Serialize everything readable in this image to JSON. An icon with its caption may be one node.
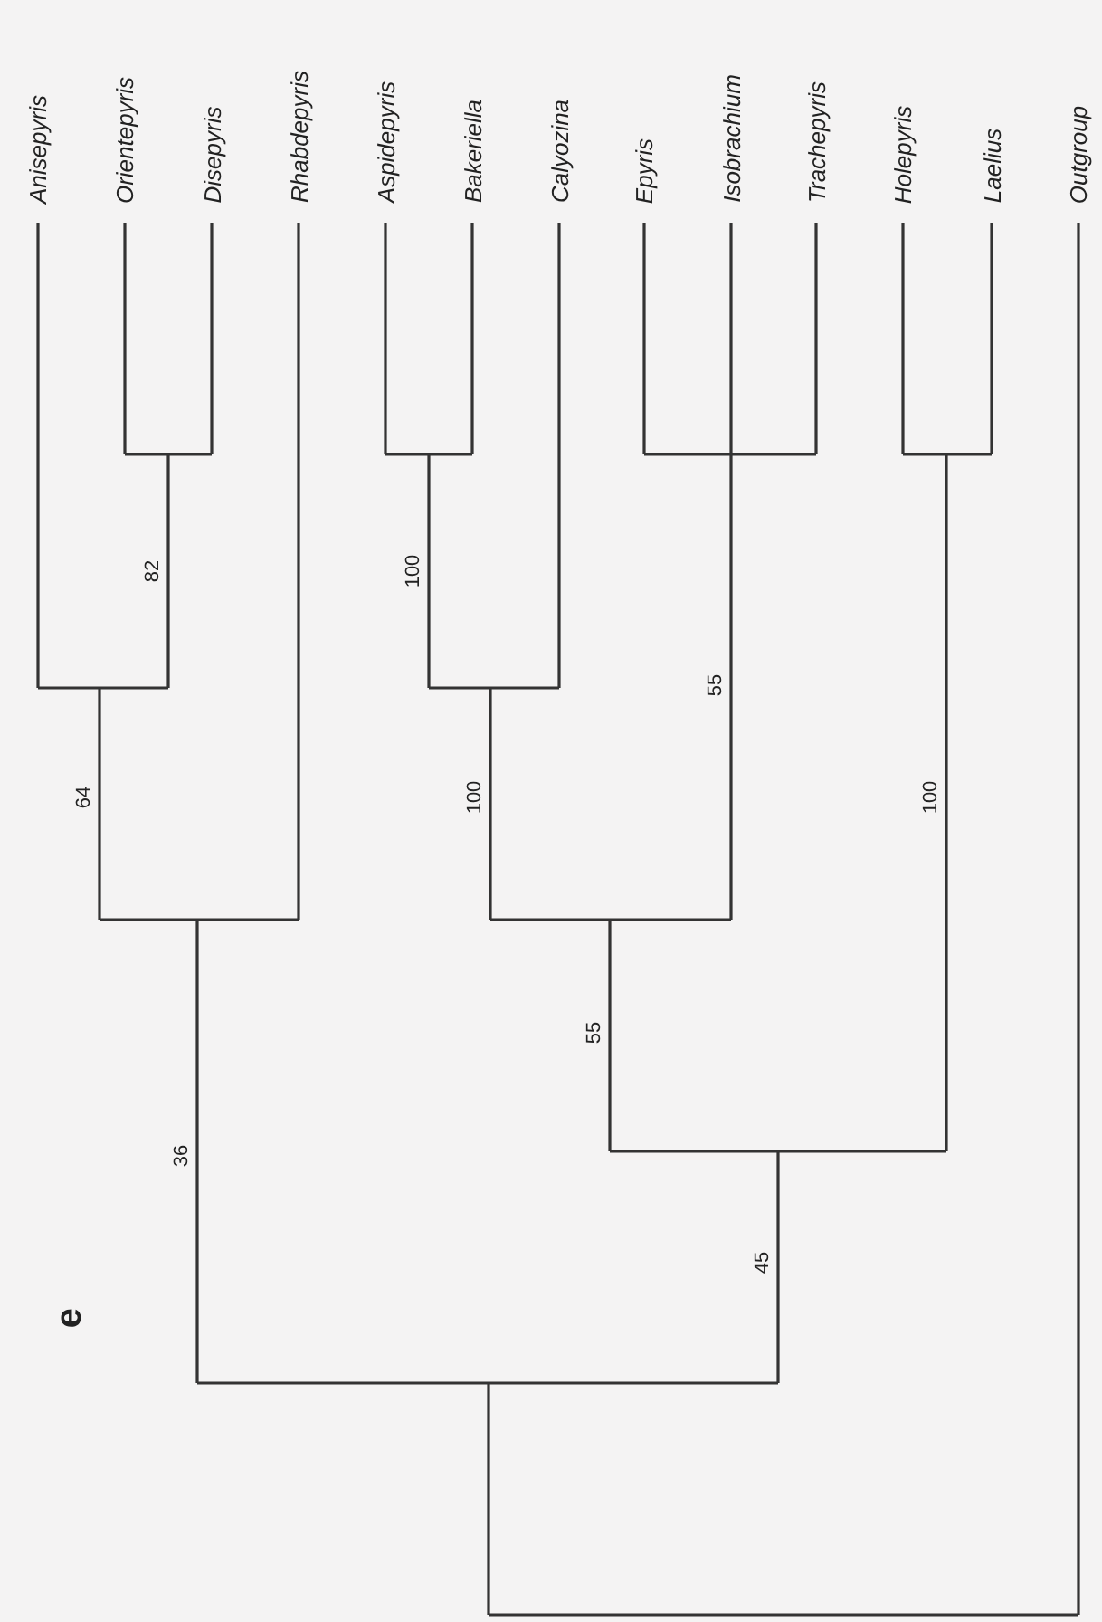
{
  "diagram": {
    "labels": [
      "Anisepyris",
      "Orientepyris",
      "Disepyris",
      "Rhabdepyris",
      "Aspidepyris",
      "Bakeriella",
      "Calyozina",
      "Epyris",
      "Isobrachium",
      "Trachepyris",
      "Holepyris",
      "Laelius",
      "Outgroup",
      "82",
      "100",
      "64",
      "100",
      "55",
      "100",
      "55",
      "36",
      "45",
      "e"
    ]
  }
}
